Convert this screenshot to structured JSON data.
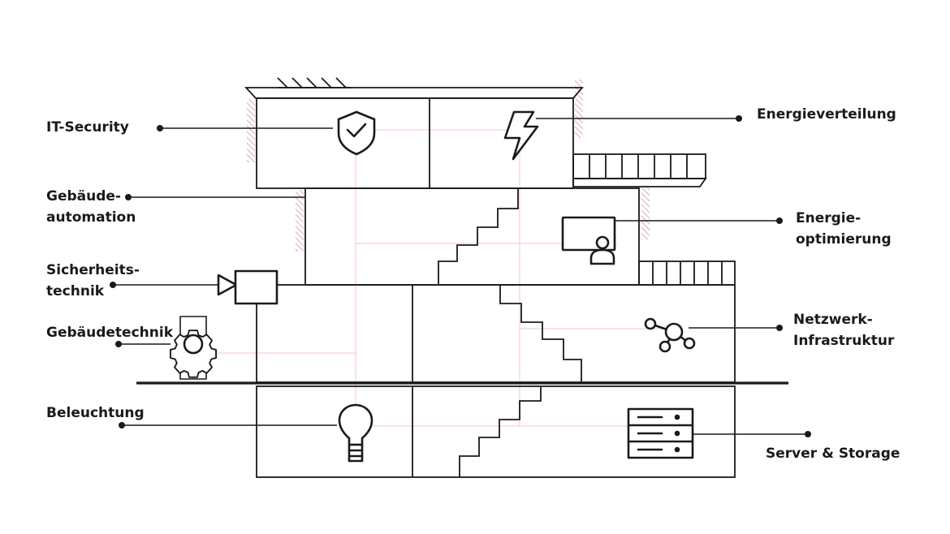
{
  "colors": {
    "ink": "#1a1a1a",
    "hatch": "#c98a93",
    "guide": "#f2c6cc",
    "background": "#ffffff"
  },
  "labels": {
    "it_security": [
      "IT-Security"
    ],
    "gebaeudeautomation": [
      "Gebäude-",
      "automation"
    ],
    "sicherheitstechnik": [
      "Sicherheits-",
      "technik"
    ],
    "gebaeudetechnik": [
      "Gebäudetechnik"
    ],
    "beleuchtung": [
      "Beleuchtung"
    ],
    "energieverteilung": [
      "Energieverteilung"
    ],
    "energieoptimierung": [
      "Energie-",
      "optimierung"
    ],
    "netzwerk_infrastruktur": [
      "Netzwerk-",
      "Infrastruktur"
    ],
    "server_storage": [
      "Server & Storage"
    ]
  },
  "icons": {
    "it_security": "shield-check-icon",
    "energieverteilung": "lightning-bolt-icon",
    "energieoptimierung": "monitor-user-icon",
    "sicherheitstechnik": "security-camera-icon",
    "gebaeudetechnik": "gear-icon",
    "netzwerk_infrastruktur": "network-nodes-icon",
    "beleuchtung": "light-bulb-icon",
    "server_storage": "server-rack-icon"
  }
}
